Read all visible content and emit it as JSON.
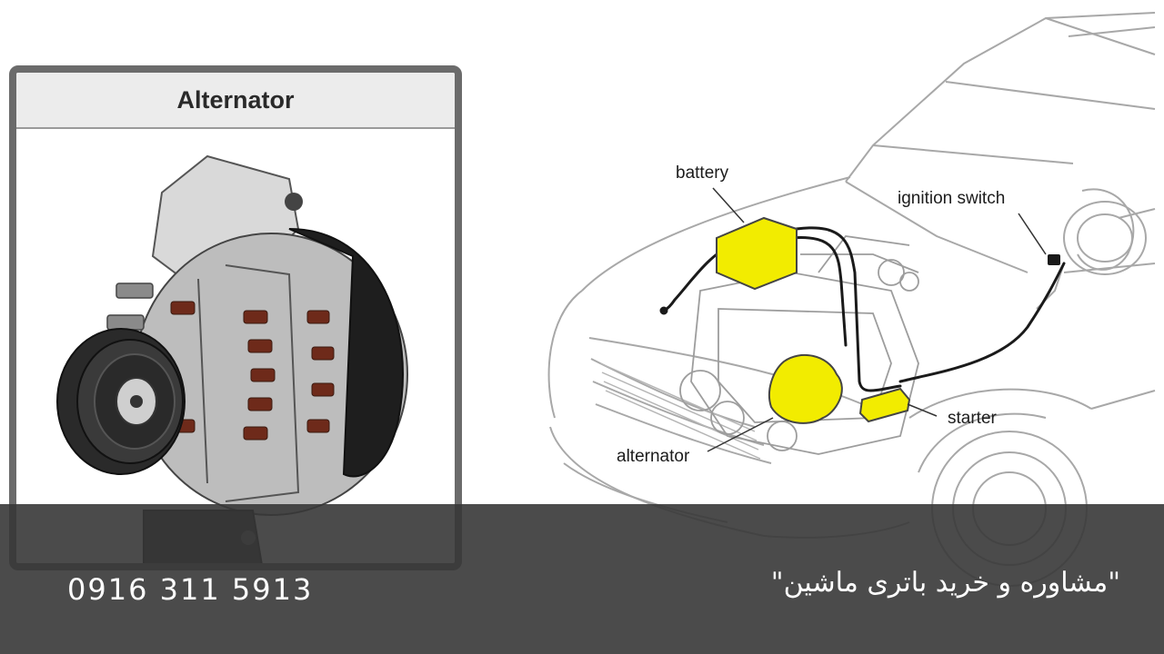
{
  "panel": {
    "title": "Alternator"
  },
  "diagram": {
    "labels": {
      "battery": "battery",
      "ignition_switch": "ignition switch",
      "starter": "starter",
      "alternator": "alternator"
    },
    "highlight_color": "#f2ec00",
    "line_color": "#9a9a9a"
  },
  "footer": {
    "phone": "0916 311 5913",
    "caption": "\"مشاوره و خرید باتری ماشین\""
  }
}
